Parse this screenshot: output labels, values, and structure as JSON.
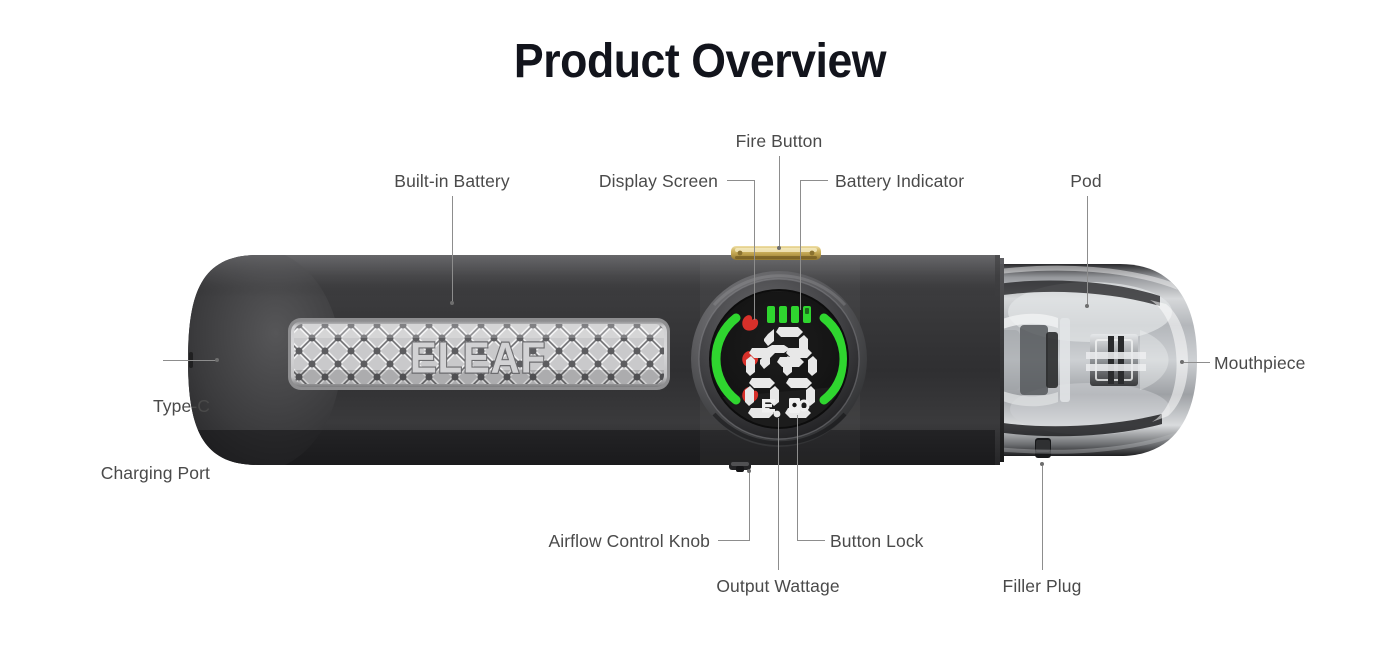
{
  "page": {
    "title": "Product Overview",
    "background": "#ffffff",
    "title_color": "#12141c"
  },
  "product": {
    "brand": "ELEAF",
    "body_color": "#3a3a3c",
    "accent_gold": "#c9ad5f",
    "pod_color": "#b9bcc0"
  },
  "display": {
    "screen_color": "#141414",
    "green": "#2fd62f",
    "red": "#d8302a",
    "segment_color": "#e8e8e8",
    "battery_bars": 4,
    "flame_icons": 3,
    "wattage_top": "25",
    "wattage_bottom": "6.9",
    "unit_glyph": "E",
    "lock_glyph": "lock"
  },
  "callouts": [
    {
      "id": "type-c-charging-port",
      "line1": "Type-C",
      "line2": "Charging Port"
    },
    {
      "id": "built-in-battery",
      "text": "Built-in Battery"
    },
    {
      "id": "display-screen",
      "text": "Display Screen"
    },
    {
      "id": "fire-button",
      "text": "Fire Button"
    },
    {
      "id": "battery-indicator",
      "text": "Battery Indicator"
    },
    {
      "id": "pod",
      "text": "Pod"
    },
    {
      "id": "mouthpiece",
      "text": "Mouthpiece"
    },
    {
      "id": "airflow-control-knob",
      "text": "Airflow Control Knob"
    },
    {
      "id": "output-wattage",
      "text": "Output Wattage"
    },
    {
      "id": "button-lock",
      "text": "Button Lock"
    },
    {
      "id": "filler-plug",
      "text": "Filler Plug"
    }
  ]
}
